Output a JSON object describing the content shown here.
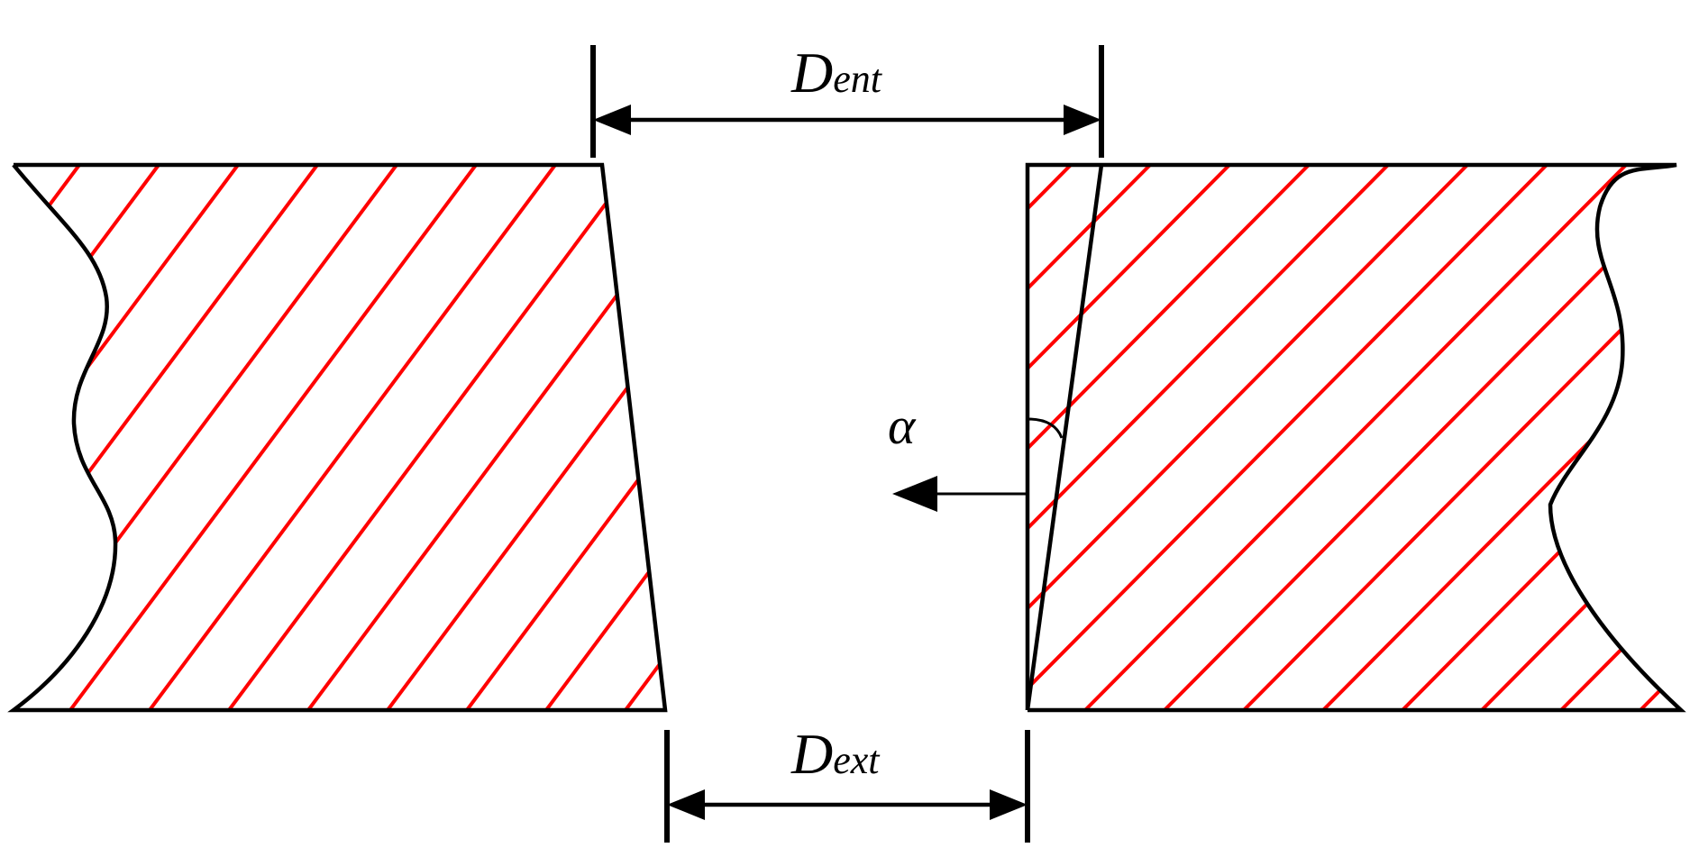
{
  "labels": {
    "d_ent_main": "D",
    "d_ent_sub": "ent",
    "d_ext_main": "D",
    "d_ext_sub": "ext",
    "alpha": "α"
  },
  "colors": {
    "hatch": "#ff0000",
    "outline": "#000000",
    "background": "#ffffff"
  }
}
